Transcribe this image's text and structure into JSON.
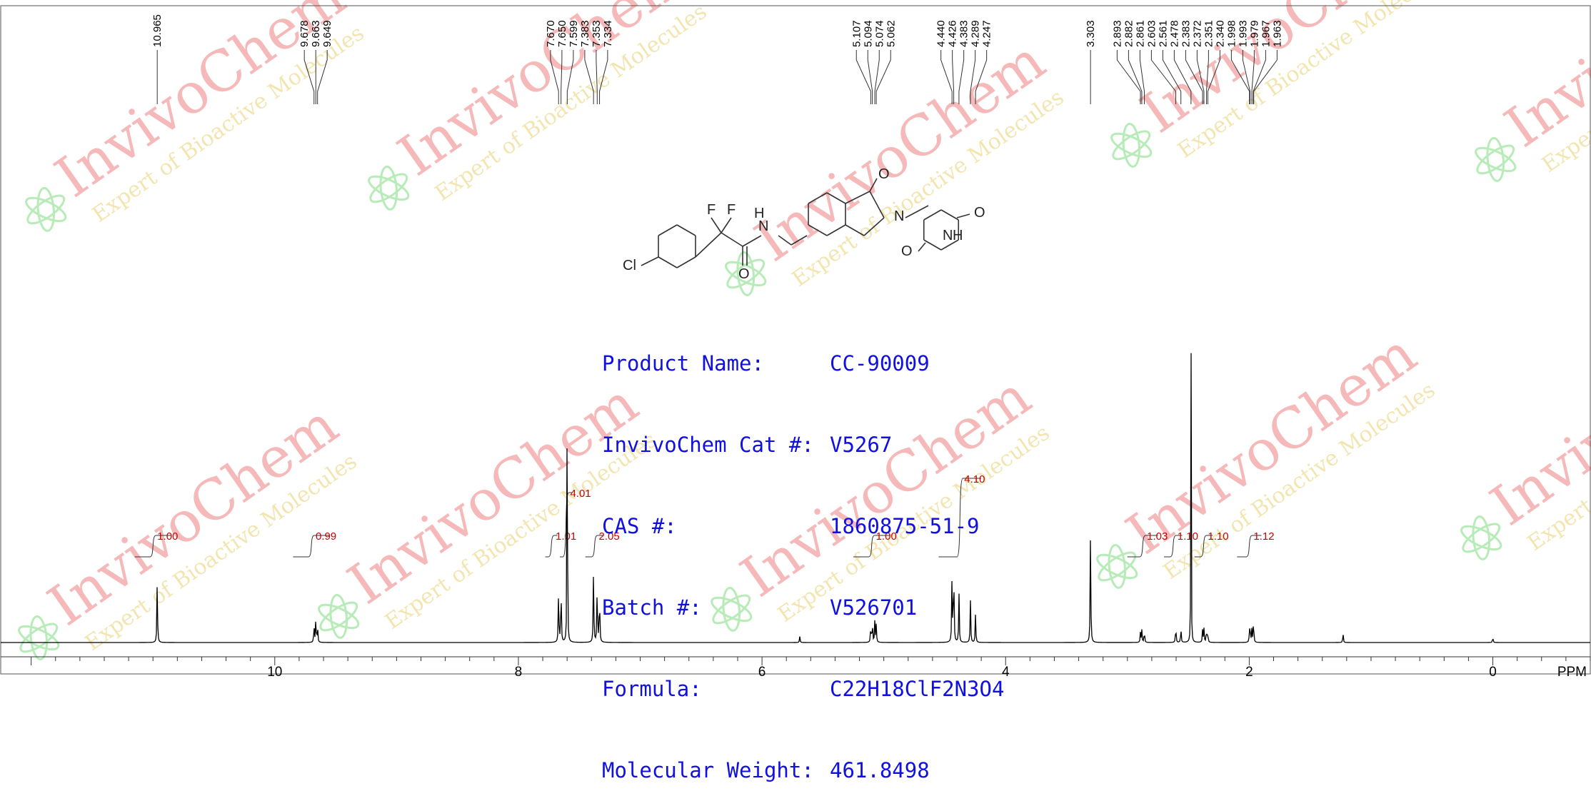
{
  "chart_data": {
    "type": "line",
    "title": "",
    "xlabel": "PPM",
    "ylabel": "",
    "xlim": [
      12.25,
      -0.8
    ],
    "x_axis_reversed": true,
    "x_ticks": [
      10,
      8,
      6,
      4,
      2,
      0
    ],
    "x_tick_labels": [
      "10",
      "8",
      "6",
      "4",
      "2",
      "0"
    ],
    "grid": false,
    "line_color": "#000000",
    "peaks": [
      {
        "ppm": 10.965,
        "height": 0.128
      },
      {
        "ppm": 9.678,
        "height": 0.035
      },
      {
        "ppm": 9.663,
        "height": 0.052
      },
      {
        "ppm": 9.649,
        "height": 0.035
      },
      {
        "ppm": 7.67,
        "height": 0.106
      },
      {
        "ppm": 7.65,
        "height": 0.118
      },
      {
        "ppm": 7.599,
        "height": 1.0
      },
      {
        "ppm": 7.383,
        "height": 0.15
      },
      {
        "ppm": 7.353,
        "height": 0.122
      },
      {
        "ppm": 7.334,
        "height": 0.108
      },
      {
        "ppm": 5.107,
        "height": 0.036
      },
      {
        "ppm": 5.094,
        "height": 0.042
      },
      {
        "ppm": 5.074,
        "height": 0.042
      },
      {
        "ppm": 5.062,
        "height": 0.036
      },
      {
        "ppm": 4.44,
        "height": 0.135
      },
      {
        "ppm": 4.426,
        "height": 0.172
      },
      {
        "ppm": 4.383,
        "height": 0.1
      },
      {
        "ppm": 4.289,
        "height": 0.085
      },
      {
        "ppm": 4.247,
        "height": 0.058
      },
      {
        "ppm": 3.303,
        "height": 0.22
      },
      {
        "ppm": 2.893,
        "height": 0.02
      },
      {
        "ppm": 2.882,
        "height": 0.025
      },
      {
        "ppm": 2.861,
        "height": 0.025
      },
      {
        "ppm": 2.603,
        "height": 0.035
      },
      {
        "ppm": 2.561,
        "height": 0.03
      },
      {
        "ppm": 2.478,
        "height": 0.74
      },
      {
        "ppm": 2.383,
        "height": 0.025
      },
      {
        "ppm": 2.372,
        "height": 0.028
      },
      {
        "ppm": 2.351,
        "height": 0.028
      },
      {
        "ppm": 2.34,
        "height": 0.02
      },
      {
        "ppm": 1.998,
        "height": 0.022
      },
      {
        "ppm": 1.993,
        "height": 0.026
      },
      {
        "ppm": 1.979,
        "height": 0.026
      },
      {
        "ppm": 1.967,
        "height": 0.024
      },
      {
        "ppm": 1.963,
        "height": 0.02
      },
      {
        "ppm": 5.69,
        "height": 0.012
      },
      {
        "ppm": 1.23,
        "height": 0.02
      },
      {
        "ppm": 0.0,
        "height": 0.012
      }
    ],
    "peak_labels": [
      "10.965",
      "9.678",
      "9.663",
      "9.649",
      "7.670",
      "7.650",
      "7.599",
      "7.383",
      "7.353",
      "7.334",
      "5.107",
      "5.094",
      "5.074",
      "5.062",
      "4.440",
      "4.426",
      "4.383",
      "4.289",
      "4.247",
      "3.303",
      "2.893",
      "2.882",
      "2.861",
      "2.603",
      "2.561",
      "2.478",
      "2.383",
      "2.372",
      "2.351",
      "2.340",
      "1.998",
      "1.993",
      "1.979",
      "1.967",
      "1.963"
    ],
    "peak_label_ppm": [
      10.965,
      9.678,
      9.663,
      9.649,
      7.67,
      7.65,
      7.599,
      7.383,
      7.353,
      7.334,
      5.107,
      5.094,
      5.074,
      5.062,
      4.44,
      4.426,
      4.383,
      4.289,
      4.247,
      3.303,
      2.893,
      2.882,
      2.861,
      2.603,
      2.561,
      2.478,
      2.383,
      2.372,
      2.351,
      2.34,
      1.998,
      1.993,
      1.979,
      1.967,
      1.963
    ],
    "integrals": [
      {
        "from": 11.15,
        "to": 10.85,
        "value": "1.00"
      },
      {
        "from": 9.85,
        "to": 9.55,
        "value": "0.99"
      },
      {
        "from": 7.78,
        "to": 7.68,
        "value": "1.01"
      },
      {
        "from": 7.66,
        "to": 7.56,
        "value": "4.01"
      },
      {
        "from": 7.45,
        "to": 7.3,
        "value": "2.05"
      },
      {
        "from": 5.25,
        "to": 4.95,
        "value": "1.00"
      },
      {
        "from": 4.55,
        "to": 4.2,
        "value": "4.10"
      },
      {
        "from": 3.0,
        "to": 2.75,
        "value": "1.03"
      },
      {
        "from": 2.7,
        "to": 2.55,
        "value": "1.10"
      },
      {
        "from": 2.45,
        "to": 2.3,
        "value": "1.10"
      },
      {
        "from": 2.1,
        "to": 1.9,
        "value": "1.12"
      }
    ]
  },
  "molecule": {
    "atom_labels": [
      "F",
      "F",
      "N",
      "H",
      "O",
      "Cl",
      "O",
      "N",
      "O",
      "N",
      "H",
      "O"
    ]
  },
  "info_panel": {
    "labels": [
      "Product Name:",
      "InvivoChem Cat #:",
      "CAS #:",
      "Batch #:",
      "Formula:",
      "Molecular Weight:"
    ],
    "values": [
      "CC-90009",
      "V5267",
      "1860875-51-9",
      "V526701",
      "C22H18ClF2N3O4",
      "461.8498"
    ]
  },
  "watermark": {
    "brand": "InvivoChem",
    "tagline": "Expert of Bioactive Molecules",
    "red": "#f08080",
    "green": "#7ddc7d",
    "yellow": "#e8d070"
  },
  "colors": {
    "info_text": "#1010e0",
    "integral_label": "#cc0000",
    "spectrum": "#000000"
  }
}
